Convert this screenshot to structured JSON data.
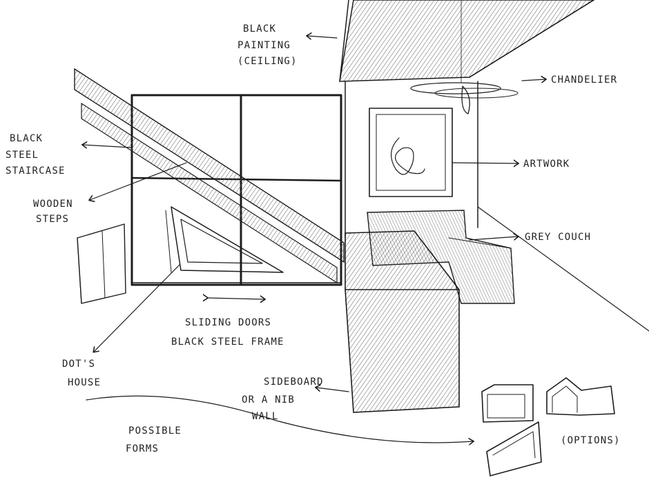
{
  "labels": {
    "black_painting": [
      "BLACK",
      "PAINTING",
      "(CEILING)"
    ],
    "chandelier": "CHANDELIER",
    "staircase": [
      "BLACK",
      "STEEL",
      "STAIRCASE"
    ],
    "wooden_steps": [
      "WOODEN",
      "STEPS"
    ],
    "artwork": "ARTWORK",
    "grey_couch": "GREY  COUCH",
    "sliding_doors": [
      "SLIDING  DOORS",
      "BLACK  STEEL FRAME"
    ],
    "dots_house": [
      "DOT'S",
      "HOUSE"
    ],
    "sideboard": [
      "SIDEBOARD",
      "OR  A  NIB",
      "WALL"
    ],
    "possible_forms": [
      "POSSIBLE",
      "FORMS"
    ],
    "options": "(OPTIONS)"
  },
  "colors": {
    "ink": "#1c1c1c",
    "hatch": "#6a6a6a",
    "paper": "#ffffff"
  }
}
